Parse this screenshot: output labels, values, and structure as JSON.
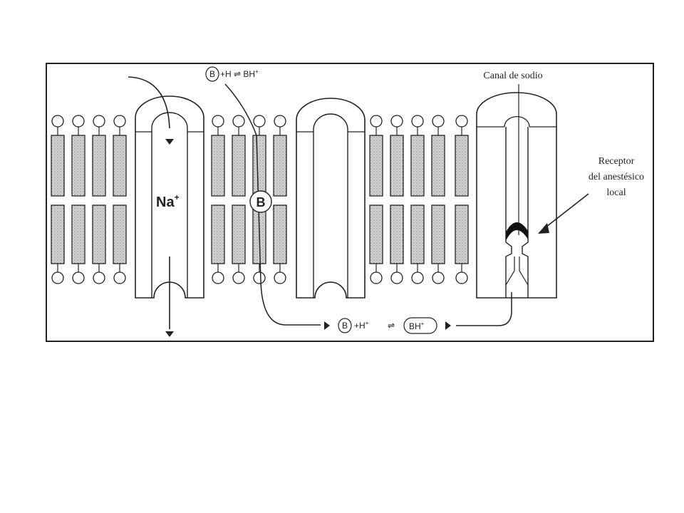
{
  "diagram": {
    "ion_label": "Na",
    "ion_charge": "+",
    "base_label": "B",
    "top_equation": {
      "circled": "B",
      "rest": "+H ⇌ BH",
      "sup": "+"
    },
    "bottom_equation": {
      "circled_b": "B",
      "plus_h": "+H",
      "plus_h_sup": "+",
      "eq": "⇌",
      "circled_bh": "BH",
      "circled_bh_sup": "+"
    },
    "labels": {
      "sodium_channel": "Canal de sodio",
      "receptor_line1": "Receptor",
      "receptor_line2": "del anestésico",
      "receptor_line3": "local"
    },
    "colors": {
      "line": "#222222",
      "bar_fill": "#bdbdbd",
      "receptor": "#111111"
    }
  }
}
